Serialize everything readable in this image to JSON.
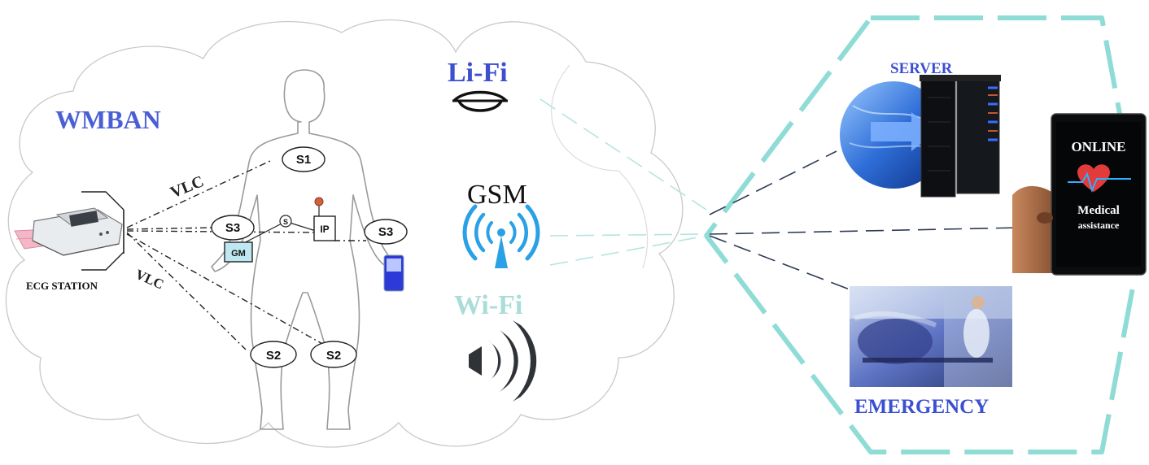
{
  "labels": {
    "wmban": "WMBAN",
    "lifi": "Li-Fi",
    "gsm": "GSM",
    "wifi": "Wi-Fi",
    "vlc_top": "VLC",
    "vlc_bottom": "VLC",
    "ecg_station": "ECG STATION",
    "server": "SERVER",
    "emergency": "EMERGENCY",
    "phone_online": "ONLINE",
    "phone_medical": "Medical",
    "phone_assistance": "assistance"
  },
  "sensors": {
    "s1": "S1",
    "s3_left": "S3",
    "s3_right": "S3",
    "s2_left": "S2",
    "s2_right": "S2",
    "ip": "IP",
    "gm": "GM",
    "s_small": "S"
  },
  "colors": {
    "wmban": "#4a5fd6",
    "lifi": "#3d4fd0",
    "gsm": "#111111",
    "wifi": "#a9ddd9",
    "hexagon": "#8fdcd6",
    "server_label": "#3b4fd1",
    "emergency_label": "#3b4fd1",
    "signal_blue": "#2aa0e6"
  },
  "icons": {
    "lifi": "lamp-icon",
    "gsm": "antenna-icon",
    "wifi": "wifi-signal-icon",
    "ecg": "ecg-machine-icon",
    "server": "server-globe-icon",
    "phone": "smartphone-icon",
    "emergency": "hospital-photo-icon"
  }
}
